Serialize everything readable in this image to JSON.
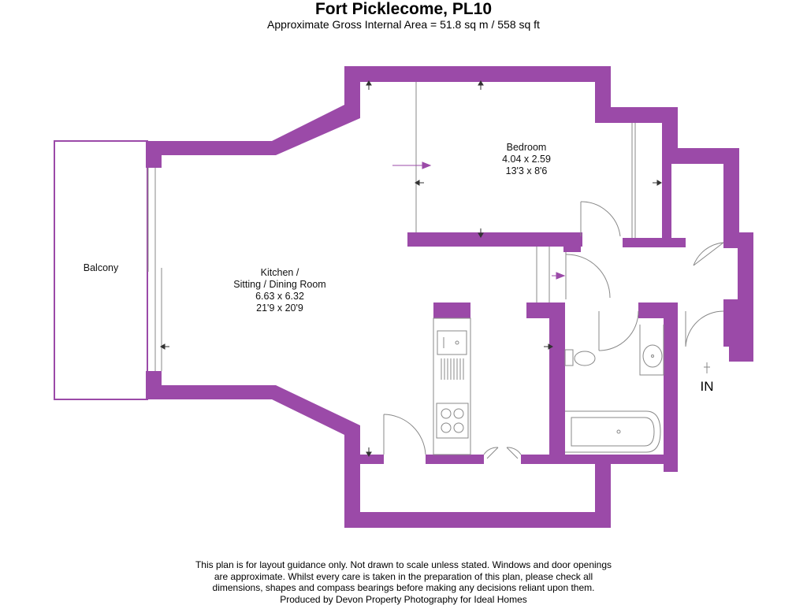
{
  "header": {
    "title": "Fort Picklecome, PL10",
    "subtitle": "Approximate Gross Internal Area = 51.8 sq m / 558 sq ft"
  },
  "rooms": {
    "balcony": {
      "name": "Balcony"
    },
    "kitchen": {
      "name_line1": "Kitchen /",
      "name_line2": "Sitting / Dining Room",
      "metric": "6.63 x 6.32",
      "imperial": "21'9 x 20'9"
    },
    "bedroom": {
      "name": "Bedroom",
      "metric": "4.04 x 2.59",
      "imperial": "13'3 x 8'6"
    }
  },
  "entrance_label": "IN",
  "colors": {
    "wall": "#9b4aa8",
    "fixture": "#888888",
    "background": "#ffffff"
  },
  "footer": {
    "lines": [
      "This plan is for layout guidance only. Not drawn to scale unless stated. Windows and door openings",
      "are approximate. Whilst every care is taken in the preparation of this plan, please check all",
      "dimensions, shapes and compass bearings before making any decisions reliant upon them.",
      "Produced by Devon Property Photography for Ideal Homes"
    ]
  }
}
